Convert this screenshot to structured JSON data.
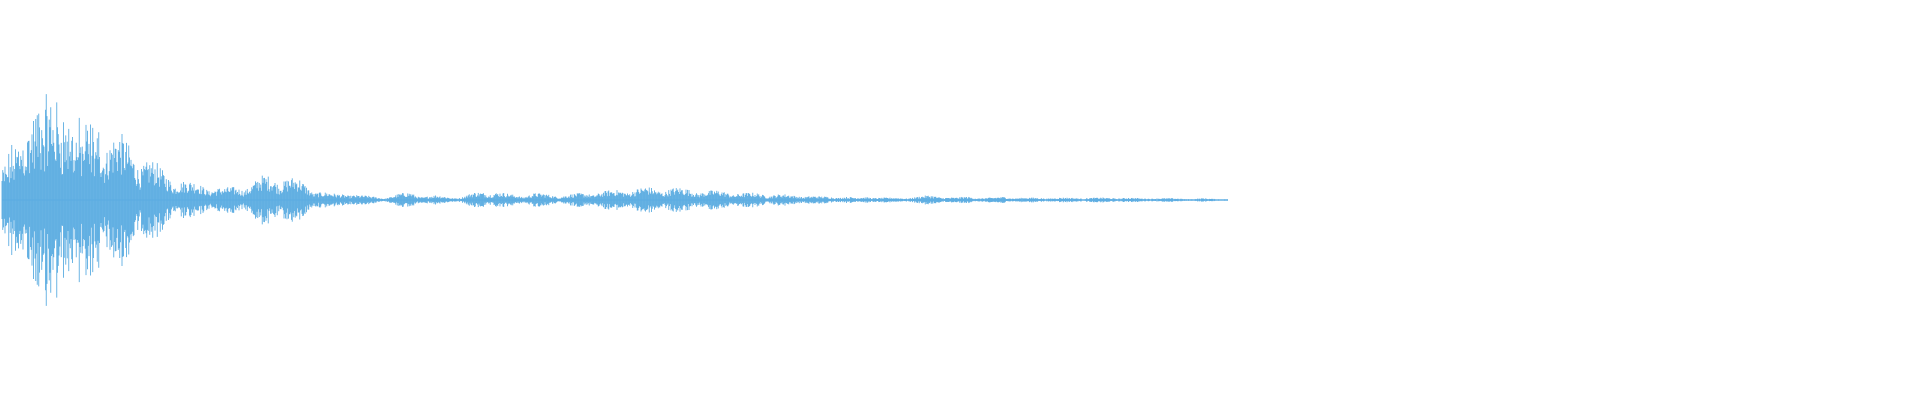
{
  "waveform": {
    "color": "#5dade2",
    "background": "#ffffff",
    "amplitude_profile": [
      0.3,
      0.55,
      0.7,
      0.95,
      1.0,
      0.85,
      0.7,
      0.75,
      0.65,
      0.6,
      0.5,
      0.42,
      0.35,
      0.25,
      0.2,
      0.16,
      0.14,
      0.12,
      0.1,
      0.12,
      0.14,
      0.2,
      0.22,
      0.2,
      0.18,
      0.1,
      0.07,
      0.05,
      0.06,
      0.04,
      0.03,
      0.02,
      0.05,
      0.07,
      0.03,
      0.04,
      0.03,
      0.02,
      0.06,
      0.08,
      0.07,
      0.05,
      0.04,
      0.06,
      0.05,
      0.04,
      0.05,
      0.06,
      0.07,
      0.08,
      0.09,
      0.1,
      0.11,
      0.1,
      0.11,
      0.1,
      0.09,
      0.08,
      0.08,
      0.07,
      0.06,
      0.06,
      0.05,
      0.05,
      0.04,
      0.04,
      0.03,
      0.03,
      0.03,
      0.02,
      0.03,
      0.02,
      0.02,
      0.02,
      0.03,
      0.04,
      0.03,
      0.02,
      0.03,
      0.02,
      0.02,
      0.03,
      0.02,
      0.02,
      0.02,
      0.02,
      0.02,
      0.02,
      0.02,
      0.02,
      0.02,
      0.02,
      0.015,
      0.02,
      0.015,
      0.015,
      0.01,
      0.015,
      0.01,
      0.01
    ]
  }
}
